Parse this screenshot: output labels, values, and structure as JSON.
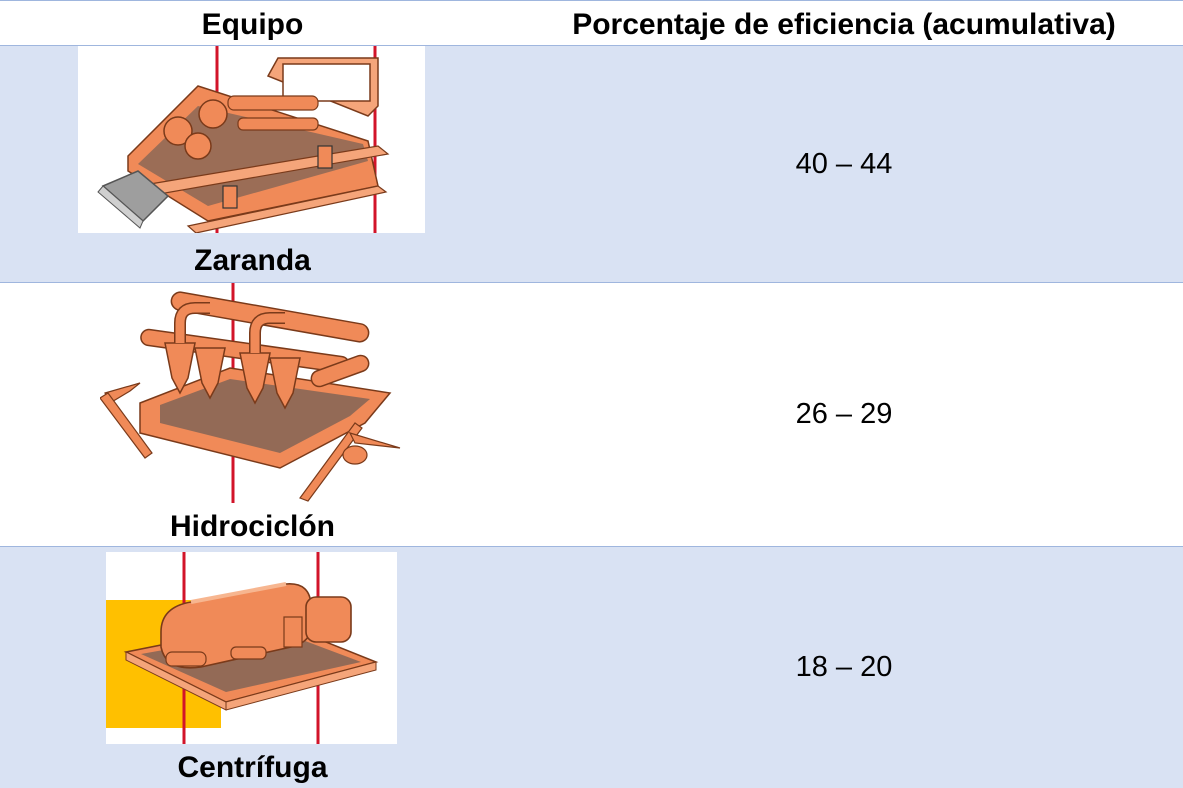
{
  "table": {
    "headers": {
      "equipment": "Equipo",
      "efficiency": "Porcentaje de eficiencia (acumulativa)"
    },
    "rows": [
      {
        "equipment": "Zaranda",
        "efficiency": "40 – 44",
        "icon": "shale-shaker-icon"
      },
      {
        "equipment": "Hidrociclón",
        "efficiency": "26 – 29",
        "icon": "hydrocyclone-icon"
      },
      {
        "equipment": "Centrífuga",
        "efficiency": "18 – 20",
        "icon": "centrifuge-icon"
      }
    ]
  },
  "colors": {
    "row_shade": "#d9e2f3",
    "rule": "#9fb6de",
    "equipment_orange": "#f08a58",
    "frame_red": "#d2142a",
    "tank_yellow": "#ffc000"
  }
}
